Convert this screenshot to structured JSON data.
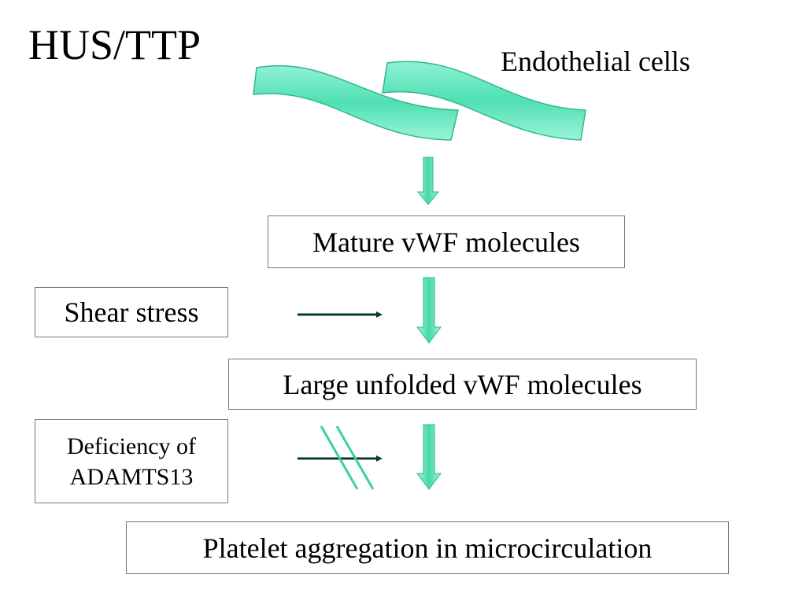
{
  "title": "HUS/TTP",
  "endothelial_label": "Endothelial cells",
  "boxes": {
    "mature": "Mature vWF molecules",
    "large": "Large unfolded vWF molecules",
    "platelet": "Platelet aggregation in microcirculation",
    "shear": "Shear stress",
    "deficiency_line1": "Deficiency of",
    "deficiency_line2": "ADAMTS13"
  },
  "colors": {
    "band_fill": "#5ee8bc",
    "band_stroke": "#2fb88f",
    "arrow_fill": "#48dca8",
    "arrow_light": "#b8f5e0",
    "line_dark": "#0b3a36",
    "strike_color": "#3ccf9f"
  }
}
